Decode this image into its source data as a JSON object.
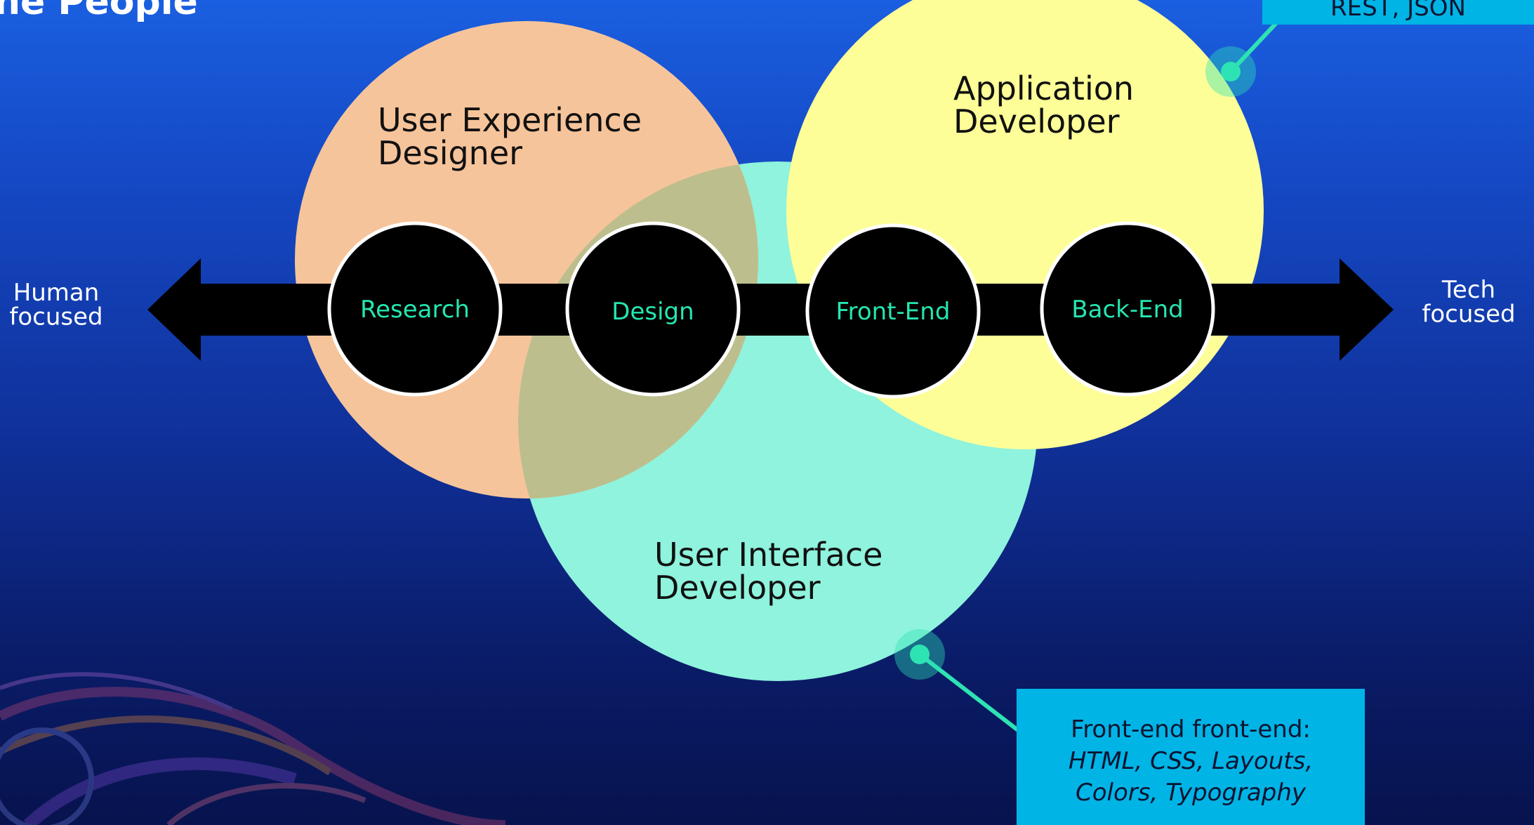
{
  "title": "he People",
  "axis": {
    "left_label": "Human\nfocused",
    "right_label": "Tech\nfocused"
  },
  "roles": {
    "ux_designer": "User Experience\nDesigner",
    "app_developer": "Application\nDeveloper",
    "ui_developer": "User Interface\nDeveloper"
  },
  "stages": [
    "Research",
    "Design",
    "Front-End",
    "Back-End"
  ],
  "callouts": {
    "top_right_partial": "REST, JSON",
    "bottom": {
      "line1": "Front-end front-end:",
      "line2": "HTML, CSS, Layouts,",
      "line3": "Colors, Typography"
    }
  },
  "colors": {
    "ux_circle": "#f6c49b",
    "app_circle": "#fefe98",
    "ui_circle": "#8ff3dd",
    "overlap": "#bdbe8d",
    "stage_text": "#25e6b0",
    "callout_bg": "#00b4e6",
    "connector": "#2ee3b3"
  }
}
